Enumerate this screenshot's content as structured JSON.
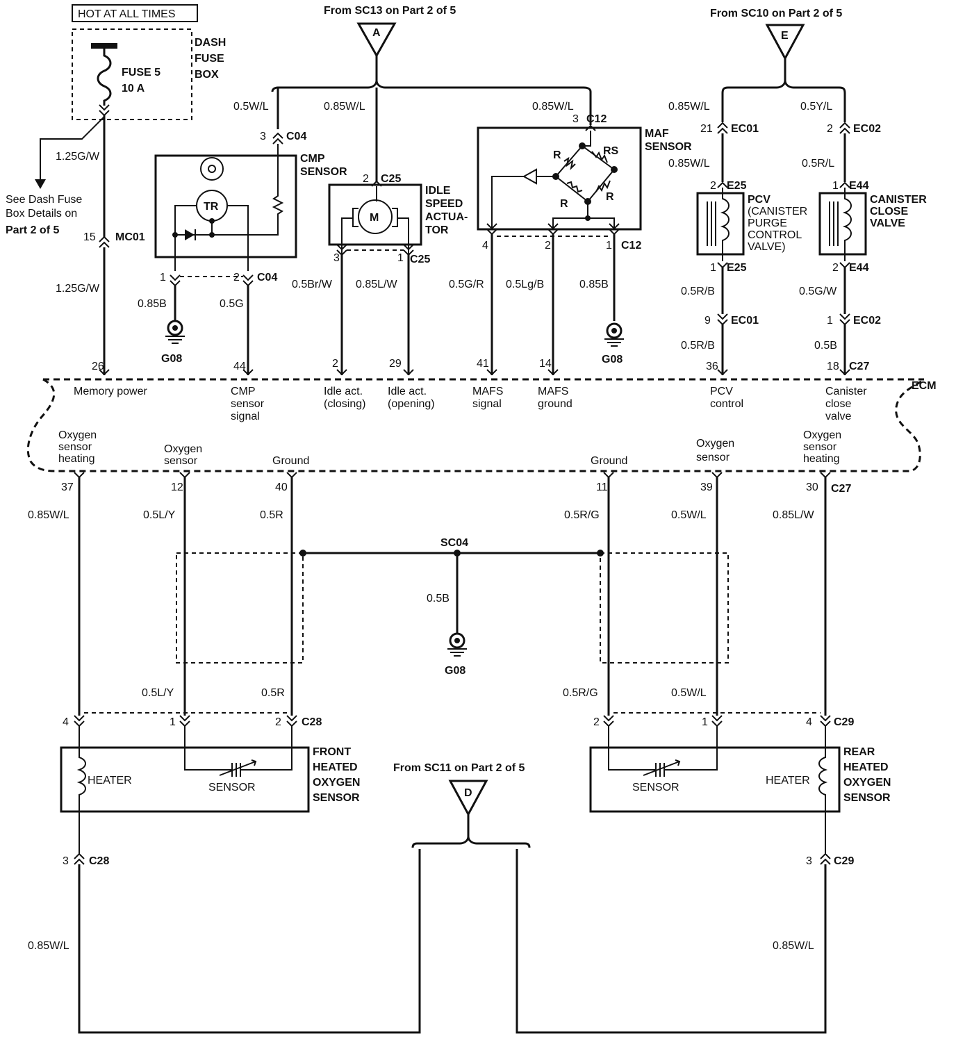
{
  "power": {
    "hot_label": "HOT AT ALL TIMES",
    "fuse_box_1": "DASH",
    "fuse_box_2": "FUSE",
    "fuse_box_3": "BOX",
    "fuse_1": "FUSE 5",
    "fuse_2": "10 A",
    "branch_wire": "1.25G/W",
    "see_1": "See Dash Fuse",
    "see_2": "Box Details on",
    "see_3": "Part 2 of 5",
    "mc01_pin": "15",
    "mc01": "MC01",
    "wire_lower": "1.25G/W",
    "ecm_pin": "26",
    "ecm_label": "Memory power"
  },
  "refs": {
    "a_text": "From SC13 on Part 2 of 5",
    "a_letter": "A",
    "e_text": "From SC10 on Part 2 of 5",
    "e_letter": "E",
    "d_text": "From SC11 on Part 2 of 5",
    "d_letter": "D"
  },
  "cmp": {
    "title_1": "CMP",
    "title_2": "SENSOR",
    "tr": "TR",
    "wire_top": "0.5W/L",
    "top_pin": "3",
    "top_conn": "C04",
    "pin_l": "1",
    "pin_r": "2",
    "conn_b": "C04",
    "wire_l": "0.85B",
    "wire_r": "0.5G",
    "ground": "G08",
    "ecm_pin": "44",
    "ecm_1": "CMP",
    "ecm_2": "sensor",
    "ecm_3": "signal"
  },
  "isa": {
    "title_1": "IDLE",
    "title_2": "SPEED",
    "title_3": "ACTUA-",
    "title_4": "TOR",
    "motor": "M",
    "wire_top": "0.85W/L",
    "top_pin": "2",
    "top_conn": "C25",
    "pin_l": "3",
    "pin_r": "1",
    "conn_b": "C25",
    "wire_l": "0.5Br/W",
    "wire_r": "0.85L/W",
    "ecm_pin_l": "2",
    "ecm_l_1": "Idle act.",
    "ecm_l_2": "(closing)",
    "ecm_pin_r": "29",
    "ecm_r_1": "Idle act.",
    "ecm_r_2": "(opening)"
  },
  "maf": {
    "title_1": "MAF",
    "title_2": "SENSOR",
    "wire_top": "0.85W/L",
    "top_pin": "3",
    "top_conn": "C12",
    "r1": "R",
    "rs": "RS",
    "r2": "R",
    "r3": "R",
    "pin_4": "4",
    "pin_2": "2",
    "pin_1": "1",
    "conn_b": "C12",
    "wire_4": "0.5G/R",
    "wire_2": "0.5Lg/B",
    "wire_1": "0.85B",
    "ground": "G08",
    "ecm_pin_a": "41",
    "ecm_a_1": "MAFS",
    "ecm_a_2": "signal",
    "ecm_pin_b": "14",
    "ecm_b_1": "MAFS",
    "ecm_b_2": "ground"
  },
  "pcv": {
    "wire_top": "0.85W/L",
    "ec_pin": "21",
    "ec_conn": "EC01",
    "wire_mid": "0.85W/L",
    "e_pin_t": "2",
    "e_conn_t": "E25",
    "title_1": "PCV",
    "title_2": "(CANISTER",
    "title_3": "PURGE",
    "title_4": "CONTROL",
    "title_5": "VALVE)",
    "e_pin_b": "1",
    "e_conn_b": "E25",
    "wire_low": "0.5R/B",
    "ec_pin_b": "9",
    "ec_conn_b": "EC01",
    "wire_ecm": "0.5R/B",
    "ecm_pin": "36",
    "ecm_1": "PCV",
    "ecm_2": "control"
  },
  "ccv": {
    "wire_top": "0.5Y/L",
    "ec_pin": "2",
    "ec_conn": "EC02",
    "wire_mid": "0.5R/L",
    "e_pin_t": "1",
    "e_conn_t": "E44",
    "title_1": "CANISTER",
    "title_2": "CLOSE",
    "title_3": "VALVE",
    "e_pin_b": "2",
    "e_conn_b": "E44",
    "wire_low": "0.5G/W",
    "ec_pin_b": "1",
    "ec_conn_b": "EC02",
    "wire_ecm": "0.5B",
    "ecm_pin": "18",
    "ecm_conn": "C27",
    "ecm_1": "Canister",
    "ecm_2": "close",
    "ecm_3": "valve"
  },
  "ecm": {
    "label": "ECM",
    "l1_1": "Oxygen",
    "l1_2": "sensor",
    "l1_3": "heating",
    "l2_1": "Oxygen",
    "l2_2": "sensor",
    "l3": "Ground",
    "l4": "Ground",
    "l5_1": "Oxygen",
    "l5_2": "sensor",
    "l6_1": "Oxygen",
    "l6_2": "sensor",
    "l6_3": "heating",
    "p37": "37",
    "p12": "12",
    "p40": "40",
    "p11": "11",
    "p39": "39",
    "p30": "30",
    "conn": "C27"
  },
  "lower": {
    "w37": "0.85W/L",
    "w12": "0.5L/Y",
    "w40": "0.5R",
    "w11": "0.5R/G",
    "w39": "0.5W/L",
    "w30": "0.85L/W",
    "sc04": "SC04",
    "sc04_wire": "0.5B",
    "ground": "G08",
    "w12b": "0.5L/Y",
    "w40b": "0.5R",
    "w11b": "0.5R/G",
    "w39b": "0.5W/L"
  },
  "front": {
    "pin_4": "4",
    "pin_1": "1",
    "pin_2": "2",
    "conn": "C28",
    "heater": "HEATER",
    "sensor": "SENSOR",
    "title_1": "FRONT",
    "title_2": "HEATED",
    "title_3": "OXYGEN",
    "title_4": "SENSOR",
    "pin_3": "3",
    "conn_3": "C28",
    "wire_3": "0.85W/L"
  },
  "rear": {
    "pin_2": "2",
    "pin_1": "1",
    "pin_4": "4",
    "conn": "C29",
    "heater": "HEATER",
    "sensor": "SENSOR",
    "title_1": "REAR",
    "title_2": "HEATED",
    "title_3": "OXYGEN",
    "title_4": "SENSOR",
    "pin_3": "3",
    "conn_3": "C29",
    "wire_3": "0.85W/L"
  }
}
